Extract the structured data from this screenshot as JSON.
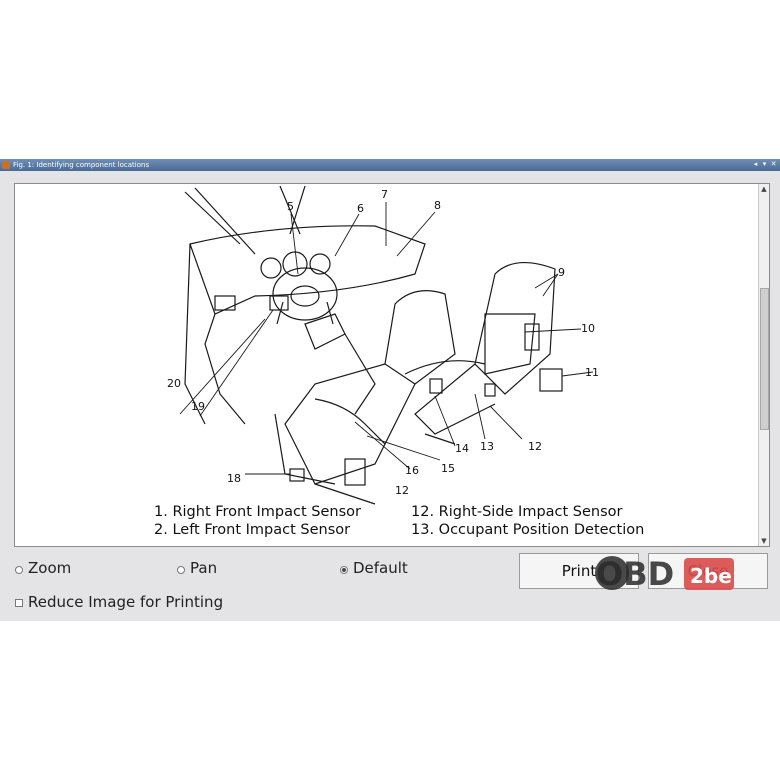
{
  "window": {
    "title": "Fig. 1: Identifying component locations",
    "controls": [
      "◂",
      "▾",
      "✕"
    ]
  },
  "figure": {
    "callouts": [
      "5",
      "6",
      "7",
      "8",
      "9",
      "10",
      "11",
      "12",
      "13",
      "14",
      "15",
      "16",
      "12",
      "18",
      "19",
      "20"
    ],
    "legend_left": [
      "1. Right Front Impact Sensor",
      "2. Left Front Impact Sensor"
    ],
    "legend_right": [
      "12. Right-Side Impact Sensor",
      "13. Occupant Position Detection"
    ]
  },
  "controls": {
    "zoom_label": "Zoom",
    "pan_label": "Pan",
    "default_label": "Default",
    "selected_mode": "Default",
    "reduce_label": "Reduce Image for Printing",
    "print_label": "Print",
    "close_label": "Close"
  },
  "watermark": {
    "text_left": "OBD",
    "text_badge": "2be",
    "badge_color": "#d94a4a"
  }
}
